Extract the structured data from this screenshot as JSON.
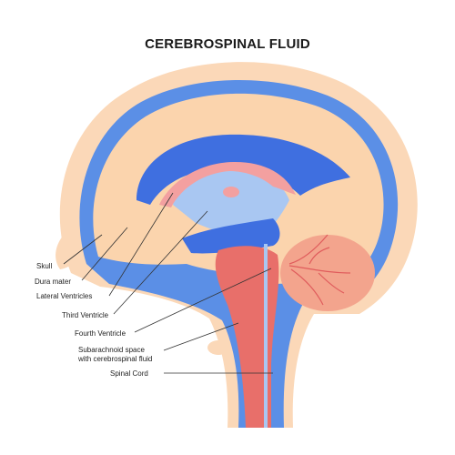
{
  "title": "CEREBROSPINAL FLUID",
  "labels": {
    "skull": "Skull",
    "dura_mater": "Dura mater",
    "lateral_ventricles": "Lateral Ventricles",
    "third_ventricle": "Third Ventricle",
    "fourth_ventricle": "Fourth Ventricle",
    "subarachnoid_line1": "Subarachnoid space",
    "subarachnoid_line2": "with cerebrospinal fluid",
    "spinal_cord": "Spinal Cord"
  },
  "side_id": "463694282",
  "colors": {
    "skull": "#fbd8b8",
    "csf": "#5b8fe6",
    "csf_light": "#a9c7f2",
    "ventricle": "#3f6fe0",
    "brain": "#fbd4ad",
    "brainstem": "#e86f6a",
    "cerebellum": "#f3a48d",
    "line": "#333333"
  }
}
